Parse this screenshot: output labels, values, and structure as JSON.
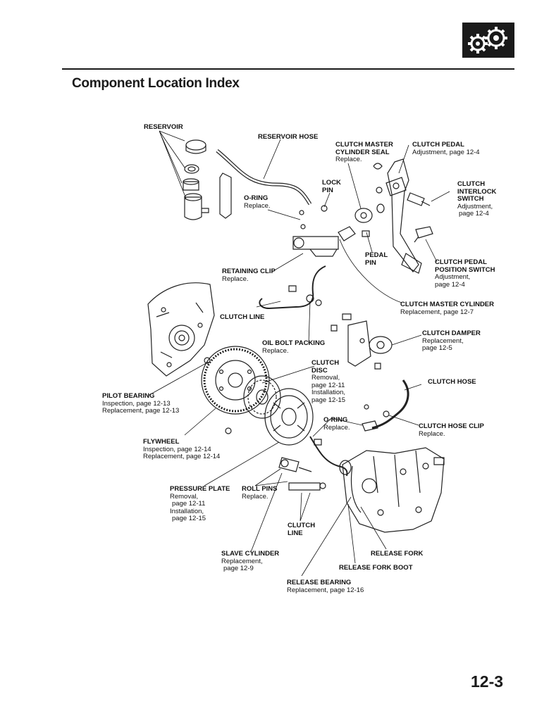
{
  "page": {
    "title": "Component Location Index",
    "page_number": "12-3",
    "logo_icon": "gears-icon"
  },
  "callouts": {
    "reservoir": {
      "name": "RESERVOIR"
    },
    "reservoir_hose": {
      "name": "RESERVOIR HOSE"
    },
    "cm_seal": {
      "name1": "CLUTCH MASTER",
      "name2": "CYLINDER SEAL",
      "d1": "Replace."
    },
    "clutch_pedal": {
      "name": "CLUTCH PEDAL",
      "d1": "Adjustment, page 12-4"
    },
    "lock_pin": {
      "name1": "LOCK",
      "name2": "PIN"
    },
    "interlock": {
      "name1": "CLUTCH",
      "name2": "INTERLOCK",
      "name3": "SWITCH",
      "d1": "Adjustment,",
      "d2": "page 12-4"
    },
    "oring_top": {
      "name": "O-RING",
      "d1": "Replace."
    },
    "pedal_pin": {
      "name1": "PEDAL",
      "name2": "PIN"
    },
    "pedal_pos": {
      "name1": "CLUTCH PEDAL",
      "name2": "POSITION SWITCH",
      "d1": "Adjustment,",
      "d2": "page 12-4"
    },
    "retaining_clip": {
      "name": "RETAINING CLIP",
      "d1": "Replace."
    },
    "master_cyl": {
      "name": "CLUTCH MASTER CYLINDER",
      "d1": "Replacement, page 12-7"
    },
    "clutch_line_top": {
      "name": "CLUTCH LINE"
    },
    "oil_bolt": {
      "name": "OIL BOLT PACKING",
      "d1": "Replace."
    },
    "damper": {
      "name": "CLUTCH DAMPER",
      "d1": "Replacement,",
      "d2": "page 12-5"
    },
    "disc": {
      "name1": "CLUTCH",
      "name2": "DISC",
      "d1": "Removal,",
      "d2": "page 12-11",
      "d3": "Installation,",
      "d4": "page 12-15"
    },
    "clutch_hose": {
      "name": "CLUTCH HOSE"
    },
    "pilot": {
      "name": "PILOT BEARING",
      "d1": "Inspection, page 12-13",
      "d2": "Replacement, page 12-13"
    },
    "oring_low": {
      "name": "O-RING",
      "d1": "Replace."
    },
    "hose_clip": {
      "name": "CLUTCH HOSE CLIP",
      "d1": "Replace."
    },
    "flywheel": {
      "name": "FLYWHEEL",
      "d1": "Inspection, page 12-14",
      "d2": "Replacement, page 12-14"
    },
    "pressure_plate": {
      "name": "PRESSURE PLATE",
      "d1": "Removal,",
      "d2": "page 12-11",
      "d3": "Installation,",
      "d4": "page 12-15"
    },
    "roll_pins": {
      "name": "ROLL PINS",
      "d1": "Replace."
    },
    "clutch_line_low": {
      "name1": "CLUTCH",
      "name2": "LINE"
    },
    "slave": {
      "name": "SLAVE CYLINDER",
      "d1": "Replacement,",
      "d2": "page 12-9"
    },
    "release_fork": {
      "name": "RELEASE FORK"
    },
    "release_fork_boot": {
      "name": "RELEASE FORK BOOT"
    },
    "release_bearing": {
      "name": "RELEASE BEARING",
      "d1": "Replacement, page 12-16"
    }
  }
}
